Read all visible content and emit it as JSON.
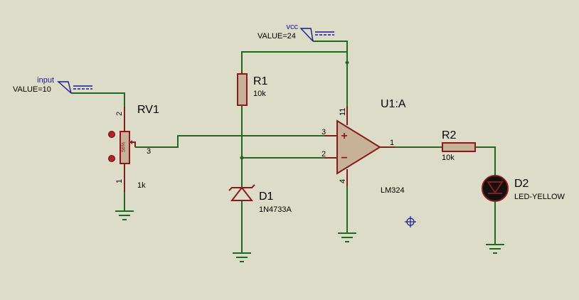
{
  "terminals": {
    "input": {
      "name": "input",
      "value": "VALUE=10"
    },
    "vcc": {
      "name": "vcc",
      "value": "VALUE=24"
    }
  },
  "components": {
    "rv1": {
      "ref": "RV1",
      "value": "1k",
      "wiper": "56%",
      "pins": [
        "2",
        "3",
        "1"
      ]
    },
    "r1": {
      "ref": "R1",
      "value": "10k"
    },
    "d1": {
      "ref": "D1",
      "value": "1N4733A"
    },
    "u1": {
      "ref": "U1:A",
      "value": "LM324",
      "pins": [
        "3",
        "2",
        "1",
        "11",
        "4"
      ],
      "plus": "+",
      "minus": "−"
    },
    "r2": {
      "ref": "R2",
      "value": "10k"
    },
    "d2": {
      "ref": "D2",
      "value": "LED-YELLOW"
    }
  },
  "colors": {
    "background": "#dcdcc8",
    "wire": "#1e6b1e",
    "component": "#8b1a1a",
    "component_fill": "#c7b299",
    "terminal": "#1a1a99"
  }
}
